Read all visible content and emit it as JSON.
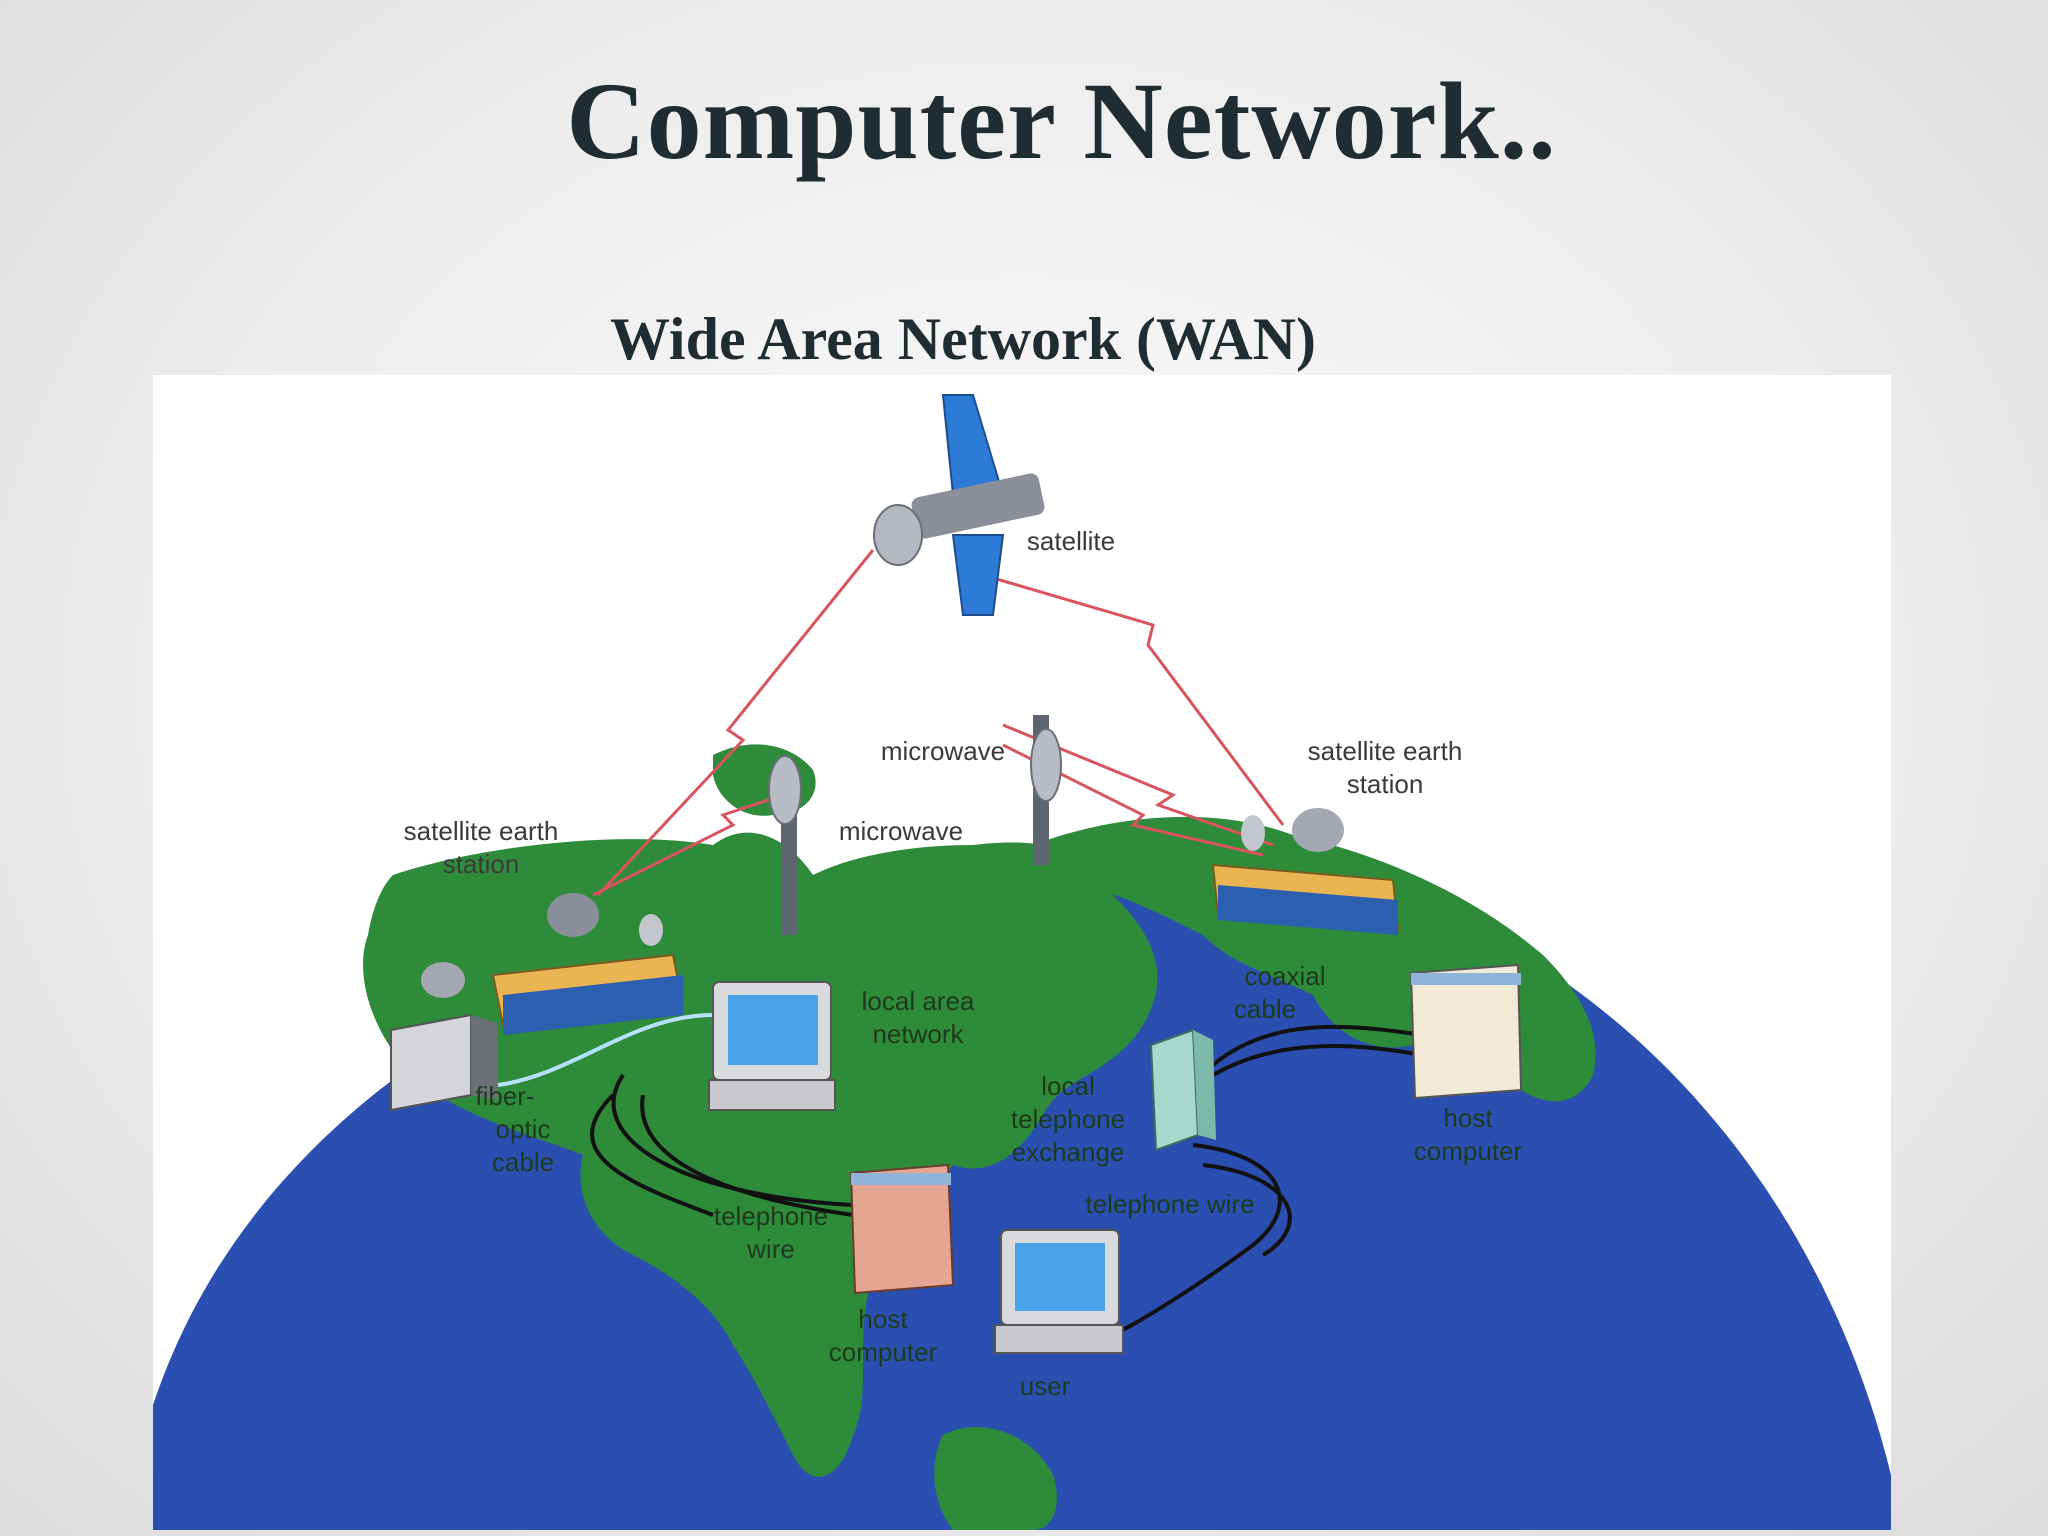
{
  "slide": {
    "title": "Computer Network..",
    "subtitle": "Wide Area Network (WAN)"
  },
  "diagram": {
    "labels": {
      "satellite": "satellite",
      "satellite_earth_station_left": [
        "satellite earth",
        "station"
      ],
      "satellite_earth_station_right": [
        "satellite earth",
        "station"
      ],
      "microwave_top": "microwave",
      "microwave_left": "microwave",
      "local_area_network": [
        "local area",
        "network"
      ],
      "coaxial_cable": [
        "coaxial",
        "cable"
      ],
      "fiber_optic_cable": [
        "fiber-",
        "optic",
        "cable"
      ],
      "local_telephone_exchange": [
        "local",
        "telephone",
        "exchange"
      ],
      "host_computer_right": [
        "host",
        "computer"
      ],
      "telephone_wire_left": [
        "telephone",
        "wire"
      ],
      "telephone_wire_right": "telephone wire",
      "host_computer_center": [
        "host",
        "computer"
      ],
      "user": "user"
    },
    "colors": {
      "ocean": "#2a4fb0",
      "land": "#2e8b3a",
      "signal": "#d9545e",
      "station_roof": "#e8b552",
      "station_side": "#2d5fb0"
    }
  }
}
